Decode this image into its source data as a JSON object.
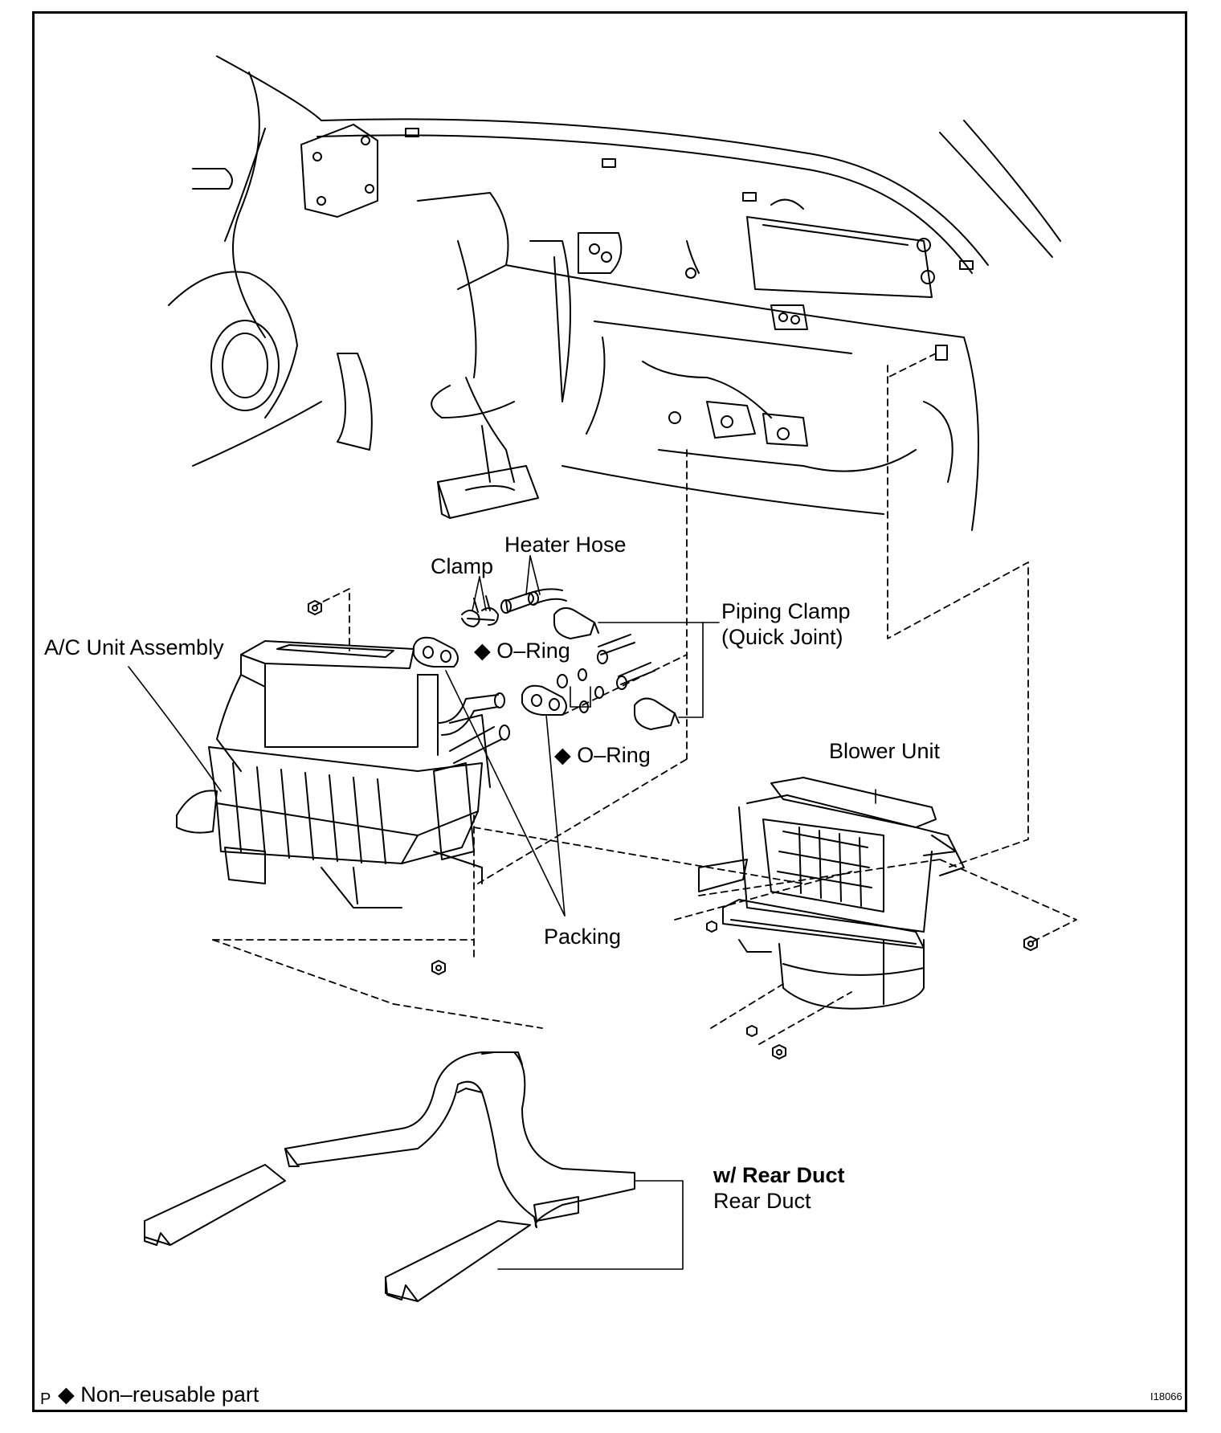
{
  "labels": {
    "heater_hose": "Heater Hose",
    "clamp": "Clamp",
    "piping_clamp_line1": "Piping Clamp",
    "piping_clamp_line2": "(Quick Joint)",
    "ac_unit": "A/C Unit Assembly",
    "o_ring_upper": "◆ O–Ring",
    "o_ring_lower": "◆ O–Ring",
    "blower_unit": "Blower Unit",
    "packing": "Packing",
    "rear_duct_heading": "w/ Rear Duct",
    "rear_duct": "Rear Duct"
  },
  "footer": {
    "corner_mark": "P",
    "legend": "◆ Non–reusable part",
    "figure_code": "I18066"
  }
}
